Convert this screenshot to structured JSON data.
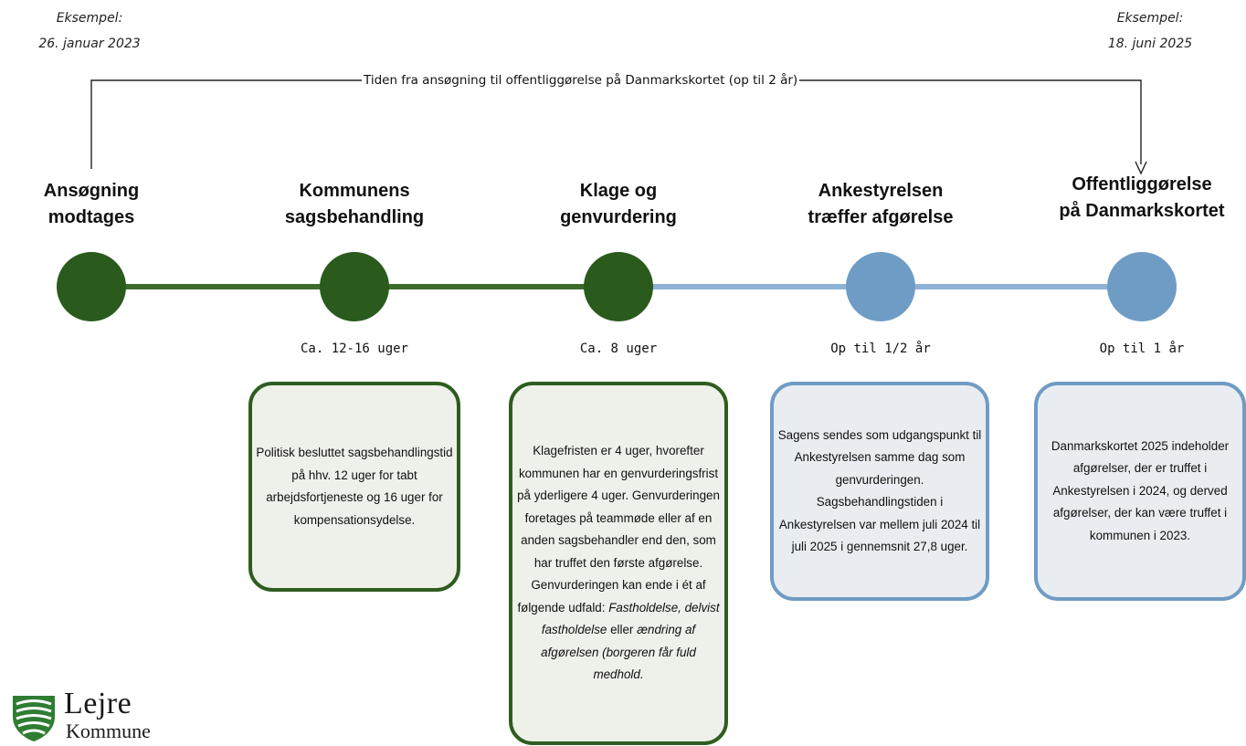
{
  "examples": {
    "left": {
      "label": "Eksempel:",
      "date": "26. januar 2023"
    },
    "right": {
      "label": "Eksempel:",
      "date": "18. juni 2025"
    }
  },
  "bracket_label": "Tiden fra ansøgning til offentliggørelse på Danmarkskortet (op til 2 år)",
  "stages": [
    {
      "title_line1": "Ansøgning",
      "title_line2": "modtages",
      "status": "completed"
    },
    {
      "title_line1": "Kommunens",
      "title_line2": "sagsbehandling",
      "status": "completed",
      "duration": "Ca. 12-16 uger"
    },
    {
      "title_line1": "Klage og",
      "title_line2": "genvurdering",
      "status": "completed",
      "duration": "Ca. 8 uger"
    },
    {
      "title_line1": "Ankestyrelsen",
      "title_line2": "træffer afgørelse",
      "status": "pending",
      "duration": "Op til 1/2 år"
    },
    {
      "title_line1": "Offentliggørelse",
      "title_line2": "på Danmarkskortet",
      "status": "pending",
      "duration": "Op til 1 år"
    }
  ],
  "cards": {
    "kommune": "Politisk besluttet sagsbehandlingstid på hhv. 12 uger for tabt arbejdsfortjeneste og 16 uger for kompensationsydelse.",
    "klage_main": "Klagefristen er 4 uger, hvorefter kommunen har en genvurderingsfrist på yderligere 4 uger. Genvurderingen foretages på teammøde eller af en anden sagsbehandler end den, som har truffet den første afgørelse. Genvurderingen kan ende i ét af følgende udfald:",
    "klage_em1": "Fastholdelse, delvist fastholdelse",
    "klage_mid": " eller ",
    "klage_em2": "ændring af afgørelsen (borgeren får fuld medhold.",
    "ankestyrelsen": "Sagens sendes som udgangspunkt til Ankestyrelsen samme dag som genvurderingen. Sagsbehandlingstiden i Ankestyrelsen var mellem juli 2024 til juli 2025 i gennemsnit 27,8 uger.",
    "danmarkskort": "Danmarkskortet 2025 indeholder afgørelser, der er truffet i Ankestyrelsen i 2024, og derved afgørelser, der kan være truffet i kommunen i 2023."
  },
  "logo": {
    "line1": "Lejre",
    "line2": "Kommune"
  },
  "colors": {
    "completed": "#2a5a1c",
    "pending": "#6f9cc4",
    "completed_line": "#3d6b2c",
    "pending_line": "#8fb3d6",
    "card_green_border": "#2e5d1f",
    "card_blue_border": "#6f9cc4"
  }
}
